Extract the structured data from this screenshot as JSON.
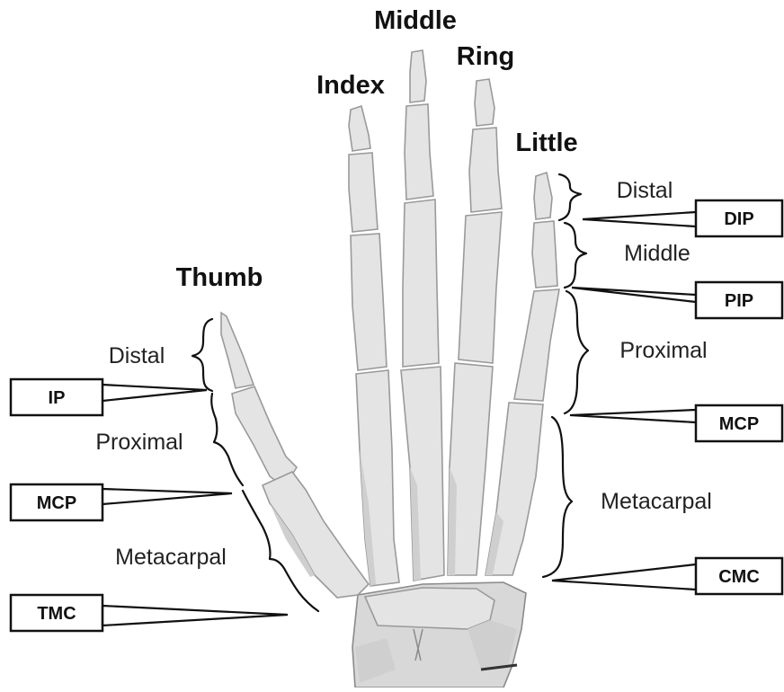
{
  "fingers": {
    "thumb": "Thumb",
    "index": "Index",
    "middle": "Middle",
    "ring": "Ring",
    "little": "Little"
  },
  "thumb_bones": {
    "distal": "Distal",
    "proximal": "Proximal",
    "metacarpal": "Metacarpal"
  },
  "finger_bones": {
    "distal": "Distal",
    "middle": "Middle",
    "proximal": "Proximal",
    "metacarpal": "Metacarpal"
  },
  "thumb_joints": {
    "ip": "IP",
    "mcp": "MCP",
    "tmc": "TMC"
  },
  "finger_joints": {
    "dip": "DIP",
    "pip": "PIP",
    "mcp": "MCP",
    "cmc": "CMC"
  },
  "colors": {
    "bone": "#e4e4e4",
    "bone_outline": "#9a9a9a",
    "text": "#111111"
  }
}
